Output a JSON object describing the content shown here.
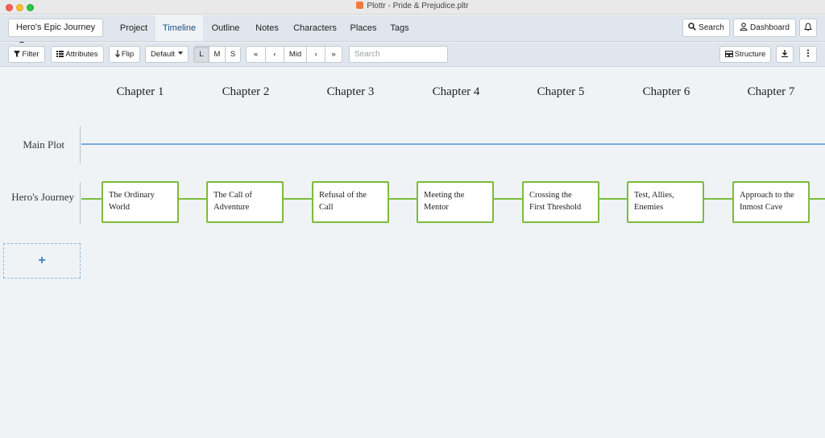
{
  "window": {
    "title": "Plottr - Pride & Prejudice.pltr"
  },
  "nav": {
    "series_label": "Hero's Epic Journey",
    "tabs": [
      {
        "label": "Project"
      },
      {
        "label": "Timeline",
        "active": true
      },
      {
        "label": "Outline"
      },
      {
        "label": "Notes"
      },
      {
        "label": "Characters"
      },
      {
        "label": "Places"
      },
      {
        "label": "Tags"
      }
    ],
    "search_label": "Search",
    "dashboard_label": "Dashboard"
  },
  "toolbar": {
    "filter_label": "Filter",
    "attributes_label": "Attributes",
    "flip_label": "Flip",
    "default_label": "Default",
    "size_options": [
      "L",
      "M",
      "S"
    ],
    "size_selected": "L",
    "nav_first": "«",
    "nav_prev": "‹",
    "nav_mid": "Mid",
    "nav_next": "›",
    "nav_last": "»",
    "search_placeholder": "Search",
    "structure_label": "Structure"
  },
  "timeline": {
    "chapters": [
      "Chapter 1",
      "Chapter 2",
      "Chapter 3",
      "Chapter 4",
      "Chapter 5",
      "Chapter 6",
      "Chapter 7"
    ],
    "plotlines": [
      {
        "name": "Main Plot",
        "color": "#77a9dd",
        "cards": []
      },
      {
        "name": "Hero's Journey",
        "color": "#7cbb3c",
        "cards": [
          {
            "line1": "The Ordinary",
            "line2": "World"
          },
          {
            "line1": "The Call of",
            "line2": "Adventure"
          },
          {
            "line1": "Refusal of the",
            "line2": "Call"
          },
          {
            "line1": "Meeting the",
            "line2": "Mentor"
          },
          {
            "line1": "Crossing the",
            "line2": "First Threshold"
          },
          {
            "line1": "Test, Allies,",
            "line2": "Enemies"
          },
          {
            "line1": "Approach to the",
            "line2": "Inmost Cave"
          }
        ]
      }
    ]
  },
  "colors": {
    "accent": "#1a4f8b",
    "card_border": "#7cbb3c",
    "main_plot_line": "#77a9dd"
  }
}
